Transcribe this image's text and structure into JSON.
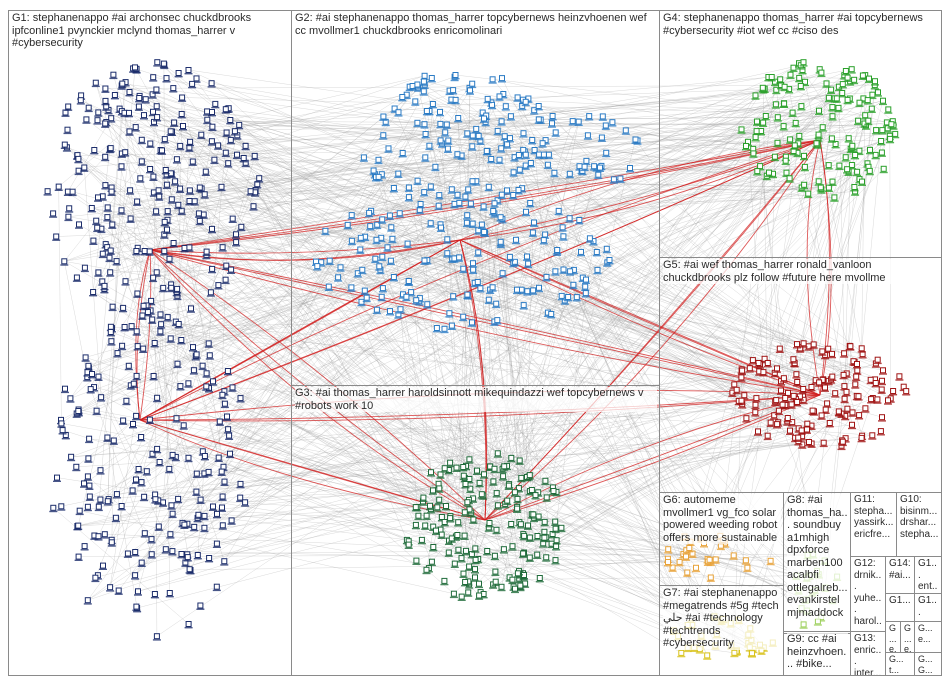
{
  "colors": {
    "edge_gray": "#9a9a9a",
    "edge_red": "#d21f1f",
    "g1": "#1c2d6b",
    "g2": "#2b7bc4",
    "g3": "#1f6b3a",
    "g4": "#2aa02a",
    "g5": "#a01414",
    "g6": "#e8a33a",
    "g7": "#d8c21a",
    "g8": "#9ccf5b",
    "g9": "#5a5a5a",
    "other": "#555555"
  },
  "groups": [
    {
      "id": "g1",
      "label": "G1: stephanenappo #ai archonsec chuckdbrooks ipfconline1 pvynckier mclynd thomas_harrer v #cybersecurity"
    },
    {
      "id": "g2",
      "label": "G2: #ai stephanenappo thomas_harrer topcybernews heinzvhoenen wef cc mvollmer1 chuckdbrooks enricomolinari"
    },
    {
      "id": "g4",
      "label": "G4: stephanenappo thomas_harrer #ai topcybernews #cybersecurity #iot wef cc #ciso des"
    },
    {
      "id": "g5",
      "label": "G5: #ai wef thomas_harrer ronald_vanloon chuckdbrooks plz follow #future here mvollme"
    },
    {
      "id": "g3",
      "label": "G3: #ai thomas_harrer haroldsinnott mikequindazzi wef topcybernews v #robots work 10"
    },
    {
      "id": "g6",
      "label": "G6: automeme mvollmer1 vg_fco solar powered weeding robot offers more sustainable"
    },
    {
      "id": "g8",
      "label": "G8: #ai thomas_ha... soundbuy a1mhigh dpxforce marben100 acalbfi ottlegalreb... evankirstel mjmaddock"
    },
    {
      "id": "g11",
      "label": "G11: stepha... yassirk... ericfre..."
    },
    {
      "id": "g10",
      "label": "G10: bisinm... drshar... stepha..."
    },
    {
      "id": "g14",
      "label": "G14: #ai..."
    },
    {
      "id": "g1x",
      "label": "G1... ent..."
    },
    {
      "id": "g12",
      "label": "G12: drnik... yuhe... harol... worl..."
    },
    {
      "id": "g1y",
      "label": "G1..."
    },
    {
      "id": "g1z",
      "label": "G1..."
    },
    {
      "id": "g7",
      "label": "G7: #ai stephanenappo #megatrends #5g #tech حلي #ai #technology #techtrends #cybersecurity"
    },
    {
      "id": "g9",
      "label": "G9: cc #ai heinzvhoen... #bike..."
    },
    {
      "id": "g13",
      "label": "G13: enric... inter..."
    },
    {
      "id": "gg1",
      "label": "G... e..."
    },
    {
      "id": "gg2",
      "label": "G... e..."
    },
    {
      "id": "gg3",
      "label": "G... e..."
    },
    {
      "id": "gg4",
      "label": "G... t..."
    },
    {
      "id": "gg5",
      "label": "G... G..."
    }
  ]
}
